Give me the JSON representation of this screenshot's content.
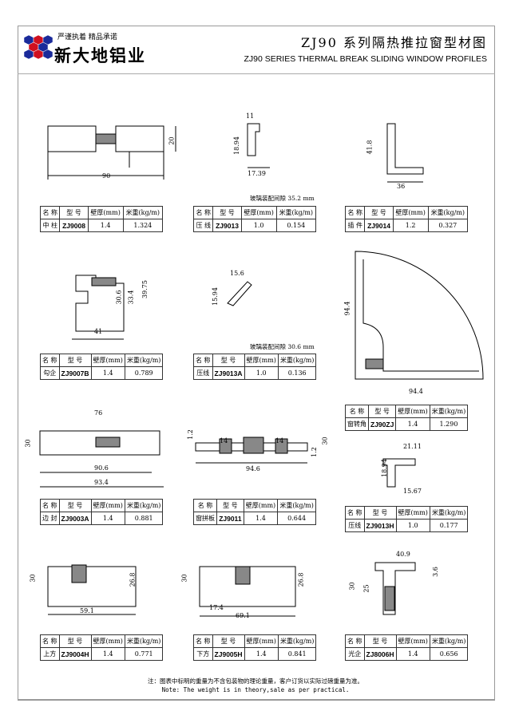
{
  "header": {
    "slogan": "严谨执着 精品承诺",
    "brand": "新大地铝业",
    "title_cn": "ZJ90 系列隔热推拉窗型材图",
    "title_en": "ZJ90   SERIES THERMAL BREAK SLIDING WINDOW PROFILES"
  },
  "table_headers": [
    "名 称",
    "型 号",
    "壁厚(mm)",
    "米重(kg/m)"
  ],
  "profiles": [
    {
      "name": "中 柱",
      "model": "ZJ9008",
      "thickness": "1.4",
      "weight": "1.324",
      "dims": [
        "90",
        "20"
      ]
    },
    {
      "name": "压 线",
      "model": "ZJ9013",
      "thickness": "1.0",
      "weight": "0.154",
      "dims": [
        "11",
        "18.94",
        "17.39"
      ],
      "glass_gap": "玻璃装配间隙 35.2 mm"
    },
    {
      "name": "插 件",
      "model": "ZJ9014",
      "thickness": "1.2",
      "weight": "0.327",
      "dims": [
        "41.8",
        "36"
      ]
    },
    {
      "name": "勾企",
      "model": "ZJ9007B",
      "thickness": "1.4",
      "weight": "0.789",
      "dims": [
        "30.6",
        "33.4",
        "39.75",
        "41"
      ]
    },
    {
      "name": "压线",
      "model": "ZJ9013A",
      "thickness": "1.0",
      "weight": "0.136",
      "dims": [
        "15.6",
        "15.94"
      ],
      "glass_gap": "玻璃装配间隙 30.6 mm"
    },
    {
      "name": "窗转角",
      "model": "ZJ90ZJ",
      "thickness": "1.4",
      "weight": "1.290",
      "dims": [
        "94.4",
        "94.4"
      ]
    },
    {
      "name": "边 封",
      "model": "ZJ9003A",
      "thickness": "1.4",
      "weight": "0.881",
      "dims": [
        "76",
        "30",
        "90.6",
        "93.4"
      ]
    },
    {
      "name": "窗拼板",
      "model": "ZJ9011",
      "thickness": "1.4",
      "weight": "0.644",
      "dims": [
        "1.2",
        "14",
        "14",
        "94.6",
        "30",
        "1.2"
      ]
    },
    {
      "name": "压线",
      "model": "ZJ9013H",
      "thickness": "1.0",
      "weight": "0.177",
      "dims": [
        "21.11",
        "18.94",
        "15.67"
      ]
    },
    {
      "name": "上方",
      "model": "ZJ9004H",
      "thickness": "1.4",
      "weight": "0.771",
      "dims": [
        "30",
        "26.8",
        "59.1"
      ]
    },
    {
      "name": "下方",
      "model": "ZJ9005H",
      "thickness": "1.4",
      "weight": "0.841",
      "dims": [
        "30",
        "26.8",
        "17.4",
        "69.1"
      ]
    },
    {
      "name": "光企",
      "model": "ZJ8006H",
      "thickness": "1.4",
      "weight": "0.656",
      "dims": [
        "40.9",
        "30",
        "25",
        "3.6"
      ]
    }
  ],
  "note_cn": "注：图表中标明的重量为不含包装物的理论重量，客户订货以实际过磅重量为准。",
  "note_en": "Note: The weight is in theory,sale as per practical."
}
